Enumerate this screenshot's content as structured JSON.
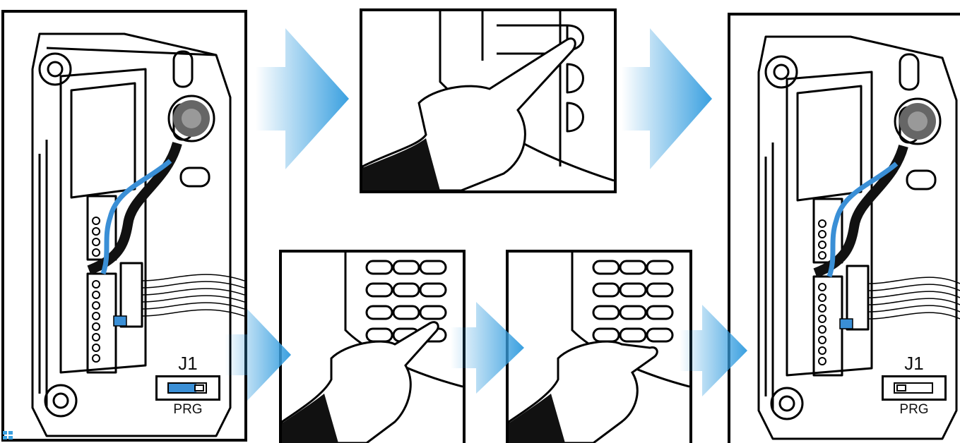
{
  "jumper_before": {
    "label": "J1",
    "caption": "PRG",
    "position": "on",
    "fill_fraction": 0.75
  },
  "jumper_after": {
    "label": "J1",
    "caption": "PRG",
    "position": "off",
    "fill_fraction": 0.0
  },
  "colors": {
    "cable_blue": "#3a8fd6",
    "cable_black": "#111111",
    "arrow_blue": "#3aa0e0",
    "panel_border": "#000000"
  },
  "icons": {
    "arrow": "arrow-right-icon",
    "finger": "pointing-hand-icon",
    "keypad": "keypad-icon"
  }
}
